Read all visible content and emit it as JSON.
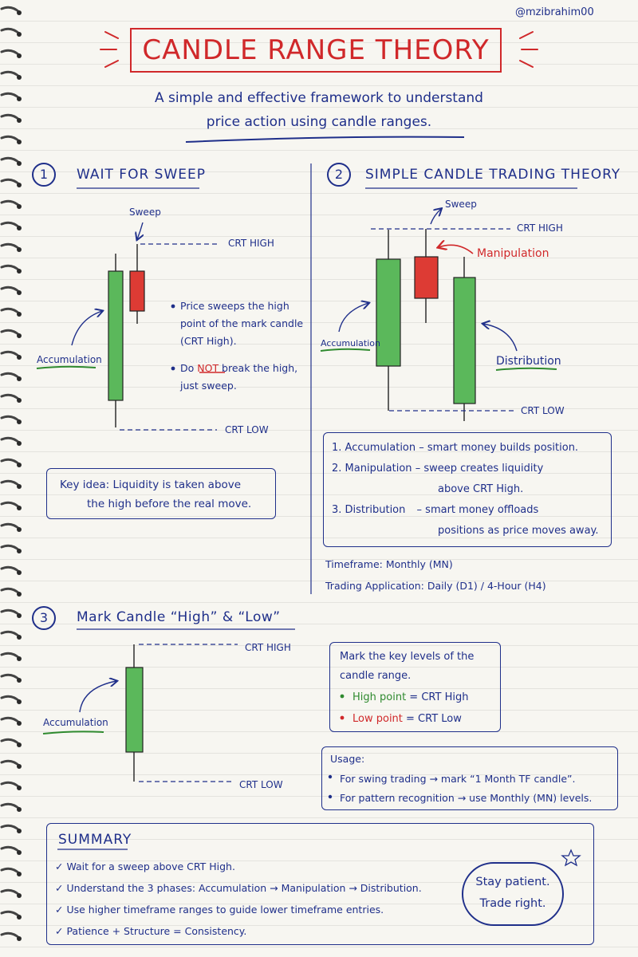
{
  "handle": "@mzibrahim00",
  "title": "CANDLE RANGE THEORY",
  "subtitle": [
    "A simple and effective framework to understand",
    "price action using candle ranges."
  ],
  "section1": {
    "number": "1",
    "title": "WAIT FOR SWEEP",
    "sweep_label": "Sweep",
    "crt_high": "CRT HIGH",
    "crt_low": "CRT LOW",
    "accumulation": "Accumulation",
    "bullets": [
      [
        "Price sweeps the high",
        "point of the mark candle",
        "(CRT High)."
      ],
      [
        "Do ",
        "NOT",
        " break the high,",
        "just sweep."
      ]
    ],
    "key_idea": [
      "Key idea: Liquidity is taken above",
      "the high before the real move."
    ]
  },
  "section2": {
    "number": "2",
    "title": "SIMPLE CANDLE TRADING THEORY",
    "sweep_label": "Sweep",
    "crt_high": "CRT HIGH",
    "crt_low": "CRT LOW",
    "manipulation": "Manipulation",
    "accumulation": "Accumulation",
    "distribution": "Distribution",
    "phases": [
      {
        "term": "1. Accumulation",
        "dash": "–",
        "desc": [
          "smart money builds position."
        ]
      },
      {
        "term": "2. Manipulation",
        "dash": "–",
        "desc": [
          "sweep creates liquidity",
          "above CRT High."
        ]
      },
      {
        "term": "3. Distribution",
        "dash": "–",
        "desc": [
          "smart money offloads",
          "positions as price moves away."
        ]
      }
    ],
    "timeframe": "Timeframe: Monthly (MN)",
    "trading_application": "Trading Application: Daily (D1) / 4-Hour (H4)"
  },
  "section3": {
    "number": "3",
    "title": "Mark Candle “High” & “Low”",
    "crt_high": "CRT HIGH",
    "crt_low": "CRT LOW",
    "accumulation": "Accumulation",
    "mark_box": {
      "text": [
        "Mark the key levels of the",
        "candle range."
      ],
      "high_point": "High point",
      "high_eq": " = CRT High",
      "low_point": "Low point",
      "low_eq": " = CRT Low"
    },
    "usage": {
      "title": "Usage:",
      "items": [
        "For swing trading → mark “1 Month TF candle”.",
        "For pattern recognition → use Monthly (MN) levels."
      ]
    }
  },
  "summary": {
    "title": "SUMMARY",
    "items": [
      "✓ Wait for a sweep above CRT High.",
      "✓ Understand the 3 phases: Accumulation → Manipulation → Distribution.",
      "✓ Use higher timeframe ranges to guide lower timeframe entries.",
      "✓ Patience + Structure = Consistency."
    ],
    "cloud": [
      "Stay patient.",
      "Trade right."
    ]
  },
  "colors": {
    "ink": "#1f2f8a",
    "bull": "#5bb85b",
    "bear": "#dd3b34",
    "accent_red": "#d0282a",
    "accent_green": "#2f8a2f"
  }
}
